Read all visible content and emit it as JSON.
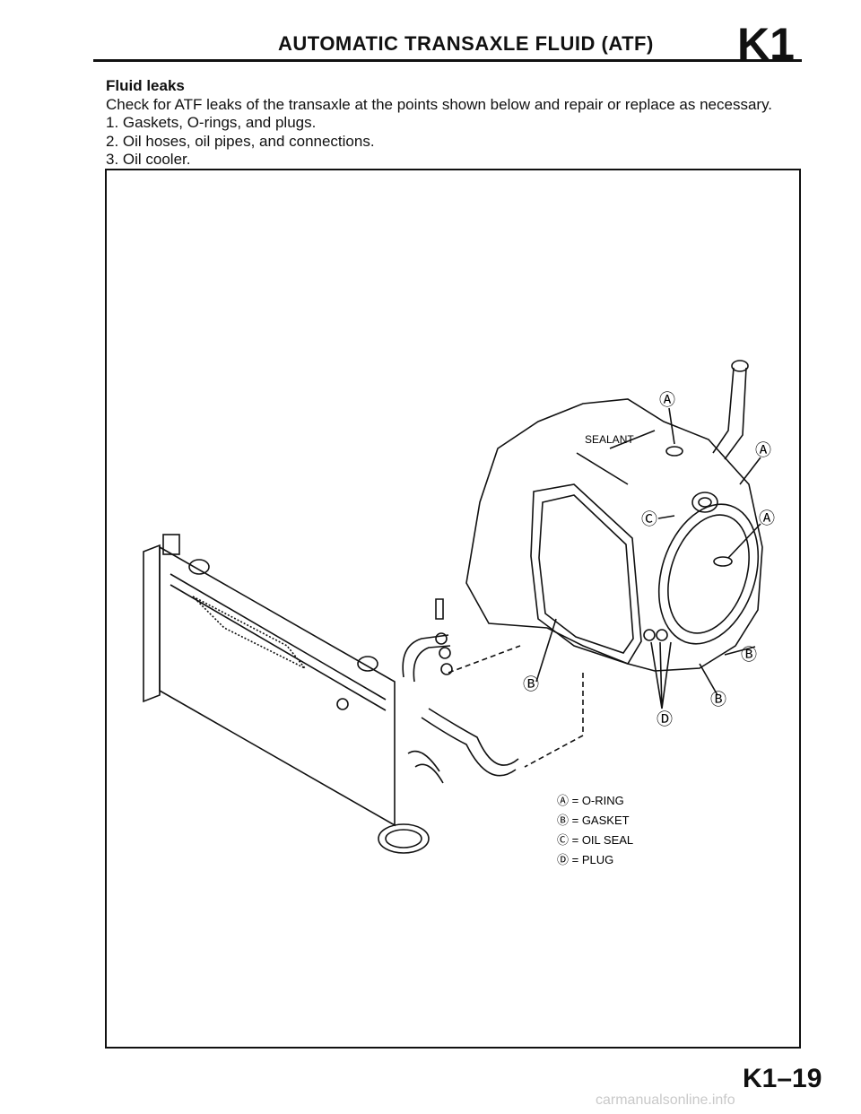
{
  "header": {
    "title": "AUTOMATIC TRANSAXLE FLUID (ATF)",
    "section_code": "K1"
  },
  "intro": {
    "heading": "Fluid leaks",
    "body": "Check for ATF leaks of the transaxle at the points shown below and repair or replace as necessary.",
    "items": [
      "1. Gaskets, O-rings, and plugs.",
      "2. Oil hoses, oil pipes, and connections.",
      "3. Oil cooler."
    ]
  },
  "figure": {
    "sealant_label": "SEALANT",
    "callouts": {
      "a": "Ⓐ",
      "b": "Ⓑ",
      "c": "Ⓒ",
      "d": "Ⓓ"
    },
    "legend": [
      "Ⓐ = O-RING",
      "Ⓑ = GASKET",
      "Ⓒ = OIL SEAL",
      "Ⓓ = PLUG"
    ]
  },
  "footer": {
    "page_number": "K1–19",
    "watermark": "carmanualsonline.info"
  }
}
